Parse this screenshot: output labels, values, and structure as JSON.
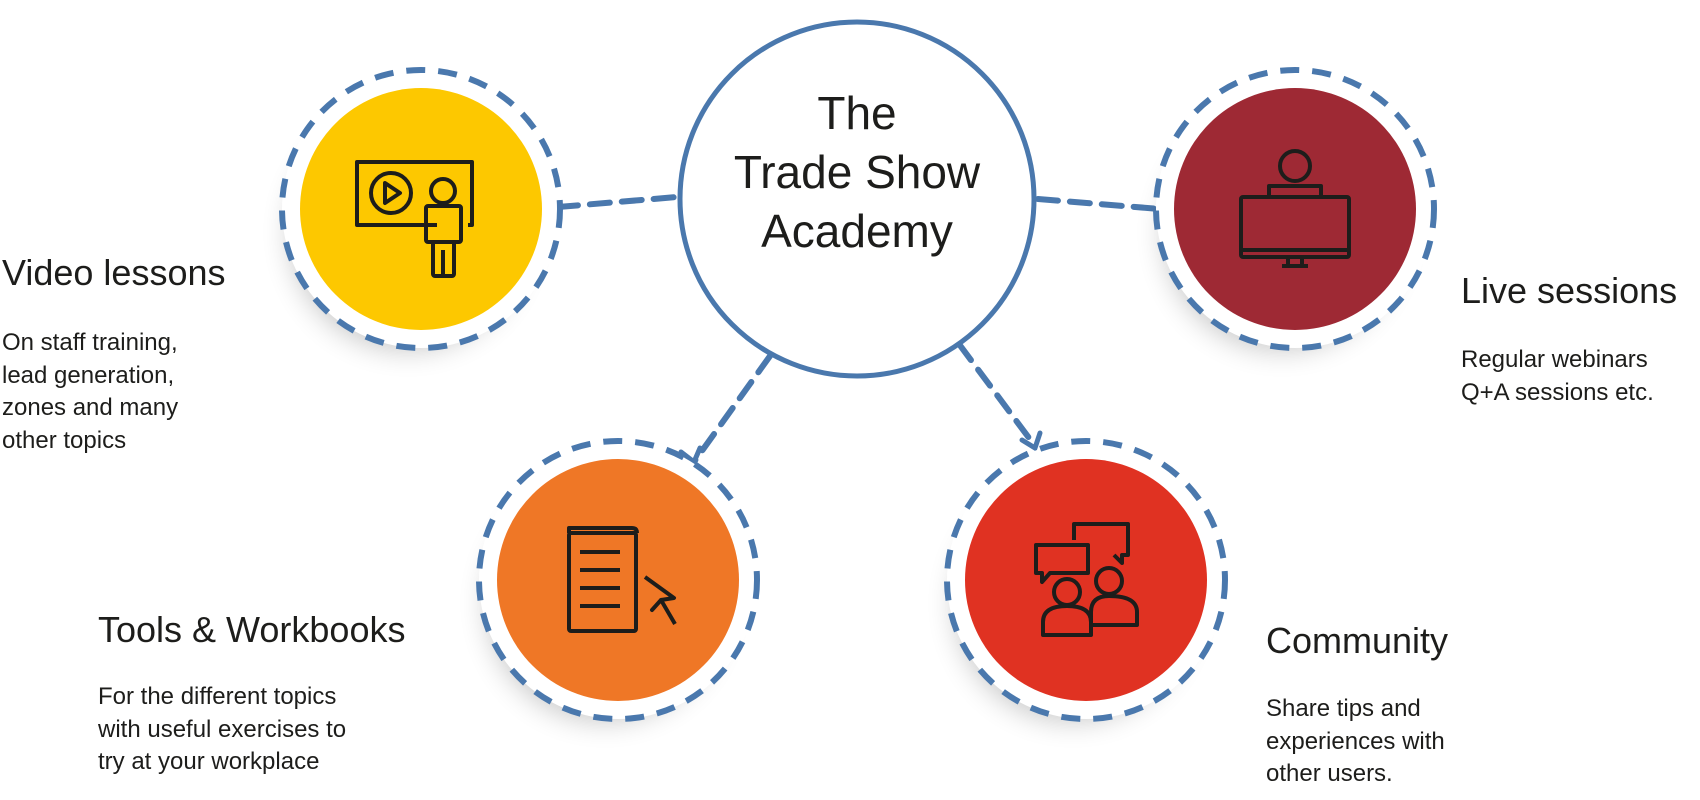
{
  "center": {
    "lines": [
      "The",
      "Trade Show",
      "Academy"
    ]
  },
  "colors": {
    "connector": "#4a78ad",
    "video": "#fdc800",
    "live": "#9e2934",
    "tools": "#ef7726",
    "community": "#e03222",
    "icon": "#1d1d1b"
  },
  "nodes": {
    "video": {
      "title": "Video lessons",
      "icon": "video-lesson-presenter-icon",
      "desc": [
        "On staff training,",
        "lead generation,",
        "zones and many",
        "other topics"
      ]
    },
    "live": {
      "title": "Live sessions",
      "icon": "monitor-person-icon",
      "desc": [
        "Regular webinars",
        "Q+A sessions etc."
      ]
    },
    "tools": {
      "title": "Tools & Workbooks",
      "icon": "document-cursor-icon",
      "desc": [
        "For the different topics",
        "with useful exercises to",
        "try at your workplace"
      ]
    },
    "community": {
      "title": "Community",
      "icon": "people-chat-icon",
      "desc": [
        "Share tips and",
        "experiences with",
        "other users."
      ]
    }
  }
}
